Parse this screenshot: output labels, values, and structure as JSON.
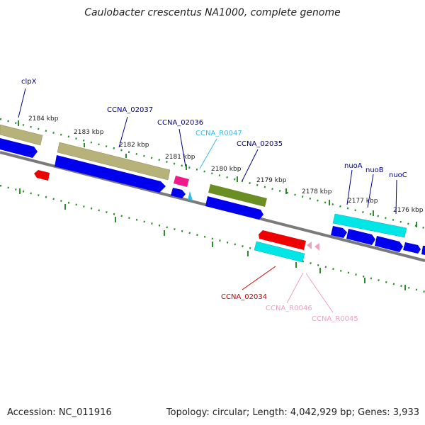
{
  "title": "Caulobacter crescentus NA1000, complete genome",
  "footer": {
    "accession": "Accession: NC_011916",
    "summary": "Topology: circular; Length: 4,042,929 bp; Genes: 3,933"
  },
  "colors": {
    "backbone": "#808080",
    "tick": "#2e8b2e",
    "cds": "#0000ee",
    "gene_olive": "#b6b27a",
    "gene_green": "#6b8e23",
    "gene_cyan": "#00e5e5",
    "gene_red": "#ee0000",
    "gene_pink": "#ee1a8c",
    "gene_lightblue": "#33bbee",
    "gene_lightpink": "#f0a0c0",
    "label_blue": "#00008b",
    "label_cyan": "#33bbee",
    "label_red": "#cc0000",
    "label_pink": "#f0a0c0"
  },
  "tick_labels": [
    "2184 kbp",
    "2183 kbp",
    "2182 kbp",
    "2181 kbp",
    "2180 kbp",
    "2179 kbp",
    "2178 kbp",
    "2177 kbp",
    "2176 kbp"
  ],
  "gene_labels": [
    "clpX",
    "CCNA_02037",
    "CCNA_02036",
    "CCNA_R0047",
    "CCNA_02035",
    "nuoA",
    "nuoB",
    "nuoC",
    "CCNA_02034",
    "CCNA_R0046",
    "CCNA_R0045"
  ]
}
